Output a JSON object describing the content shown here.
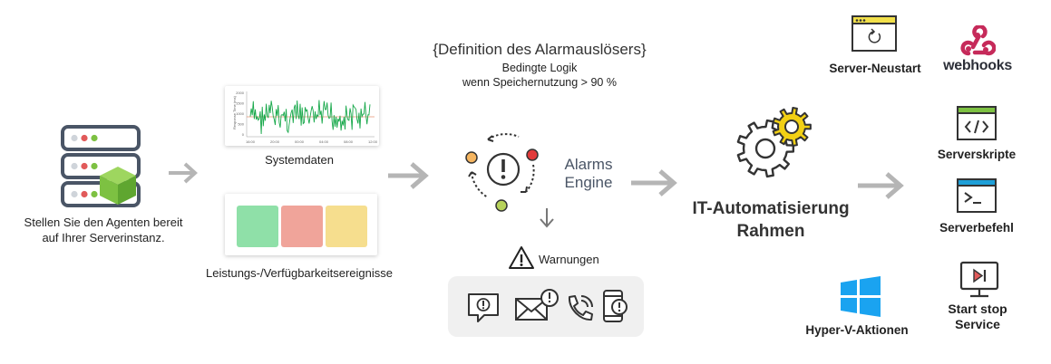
{
  "agent": {
    "caption_line1": "Stellen Sie den Agenten bereit",
    "caption_line2": "auf Ihrer Serverinstanz."
  },
  "system_data": {
    "label": "Systemdaten",
    "chart_ylabel": "Response Time (ms)",
    "chart_ticks": [
      "2000",
      "1500",
      "1000",
      "500",
      "0"
    ],
    "chart_xticks": [
      "16:00",
      "20:00",
      "00:00",
      "04:00",
      "08:00",
      "12:00"
    ]
  },
  "events": {
    "label": "Leistungs-/Verfügbarkeitsereignisse",
    "colors": [
      "#8fe0a8",
      "#f0a49a",
      "#f6de8e"
    ]
  },
  "definition": {
    "title": "{Definition des Alarmauslösers}",
    "line1": "Bedingte Logik",
    "line2": "wenn Speichernutzung > 90 %"
  },
  "engine": {
    "line1": "Alarms",
    "line2": "Engine"
  },
  "warnings": {
    "label": "Warnungen",
    "icons": [
      "chat-alert-icon",
      "mail-alert-icon",
      "phone-call-icon",
      "mobile-alert-icon"
    ]
  },
  "framework": {
    "line1": "IT-Automatisierung",
    "line2": "Rahmen"
  },
  "actions": {
    "server_restart": "Server-Neustart",
    "webhooks": "webhooks",
    "scripts": "Serverskripte",
    "commands": "Serverbefehl",
    "hyperv": "Hyper-V-Aktionen",
    "start_stop_line1": "Start stop",
    "start_stop_line2": "Service"
  },
  "colors": {
    "arrow": "#b5b5b5",
    "gear_yellow": "#f2d014",
    "window_yellow": "#f2e04a",
    "window_blue": "#1e9fd8",
    "windows_logo": "#1aa3f0",
    "server_green": "#7dc142",
    "server_red": "#e15a5a"
  }
}
